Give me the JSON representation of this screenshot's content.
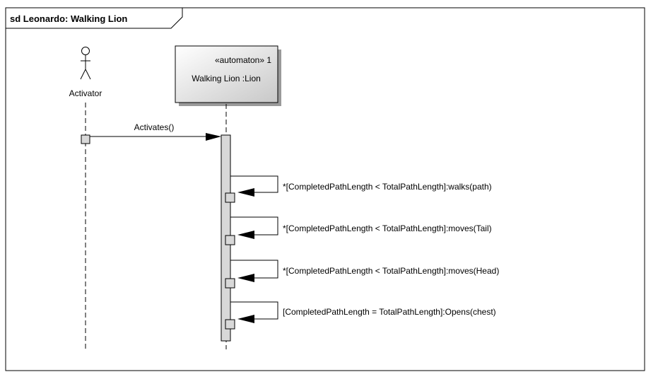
{
  "frame": {
    "title": "sd Leonardo: Walking Lion"
  },
  "actor": {
    "label": "Activator"
  },
  "lifeline": {
    "stereotype": "«automaton» 1",
    "name": "Walking Lion :Lion"
  },
  "messages": [
    {
      "label": "Activates()",
      "kind": "call"
    },
    {
      "label": "*[CompletedPathLength < TotalPathLength]:walks(path)",
      "kind": "self"
    },
    {
      "label": "*[CompletedPathLength < TotalPathLength]:moves(Tail)",
      "kind": "self"
    },
    {
      "label": "*[CompletedPathLength < TotalPathLength]:moves(Head)",
      "kind": "self"
    },
    {
      "label": "[CompletedPathLength = TotalPathLength]:Opens(chest)",
      "kind": "self"
    }
  ],
  "colors": {
    "frame_border": "#000000",
    "box_fill": "#d4d4d4",
    "activation_fill": "#d8d8d8",
    "line": "#000000"
  }
}
